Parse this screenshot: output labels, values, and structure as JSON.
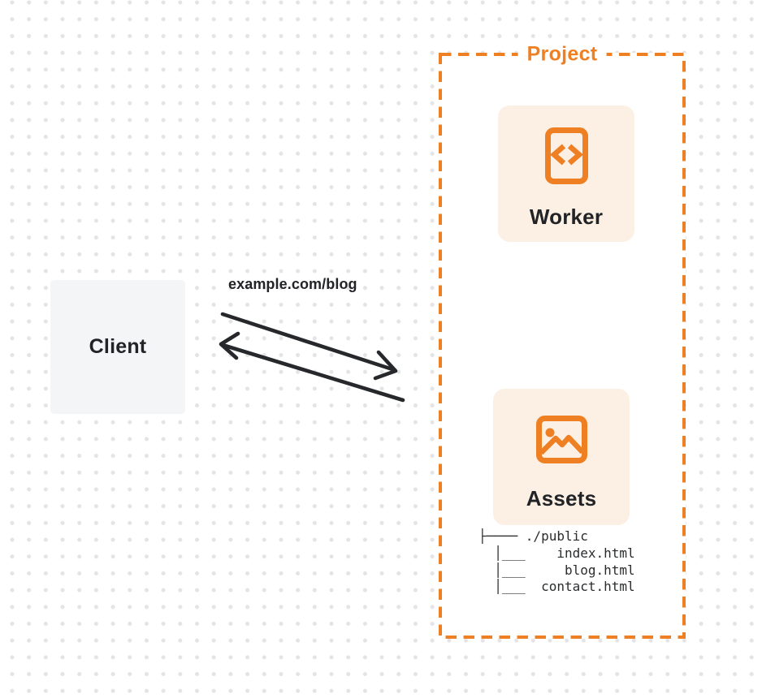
{
  "client": {
    "label": "Client"
  },
  "request": {
    "label": "example.com/blog"
  },
  "project": {
    "label": "Project",
    "worker": {
      "label": "Worker",
      "icon": "code-file-icon"
    },
    "assets": {
      "label": "Assets",
      "icon": "image-icon",
      "file_tree": "├──── ./public\n  │___    index.html\n  │___     blog.html\n  │___  contact.html"
    }
  },
  "colors": {
    "accent_orange": "#ee8023",
    "card_background": "#fcf0e4",
    "client_background": "#f4f5f7",
    "arrow": "#26282b",
    "text_dark": "#222326",
    "dot_grid": "#e4e4e7"
  }
}
